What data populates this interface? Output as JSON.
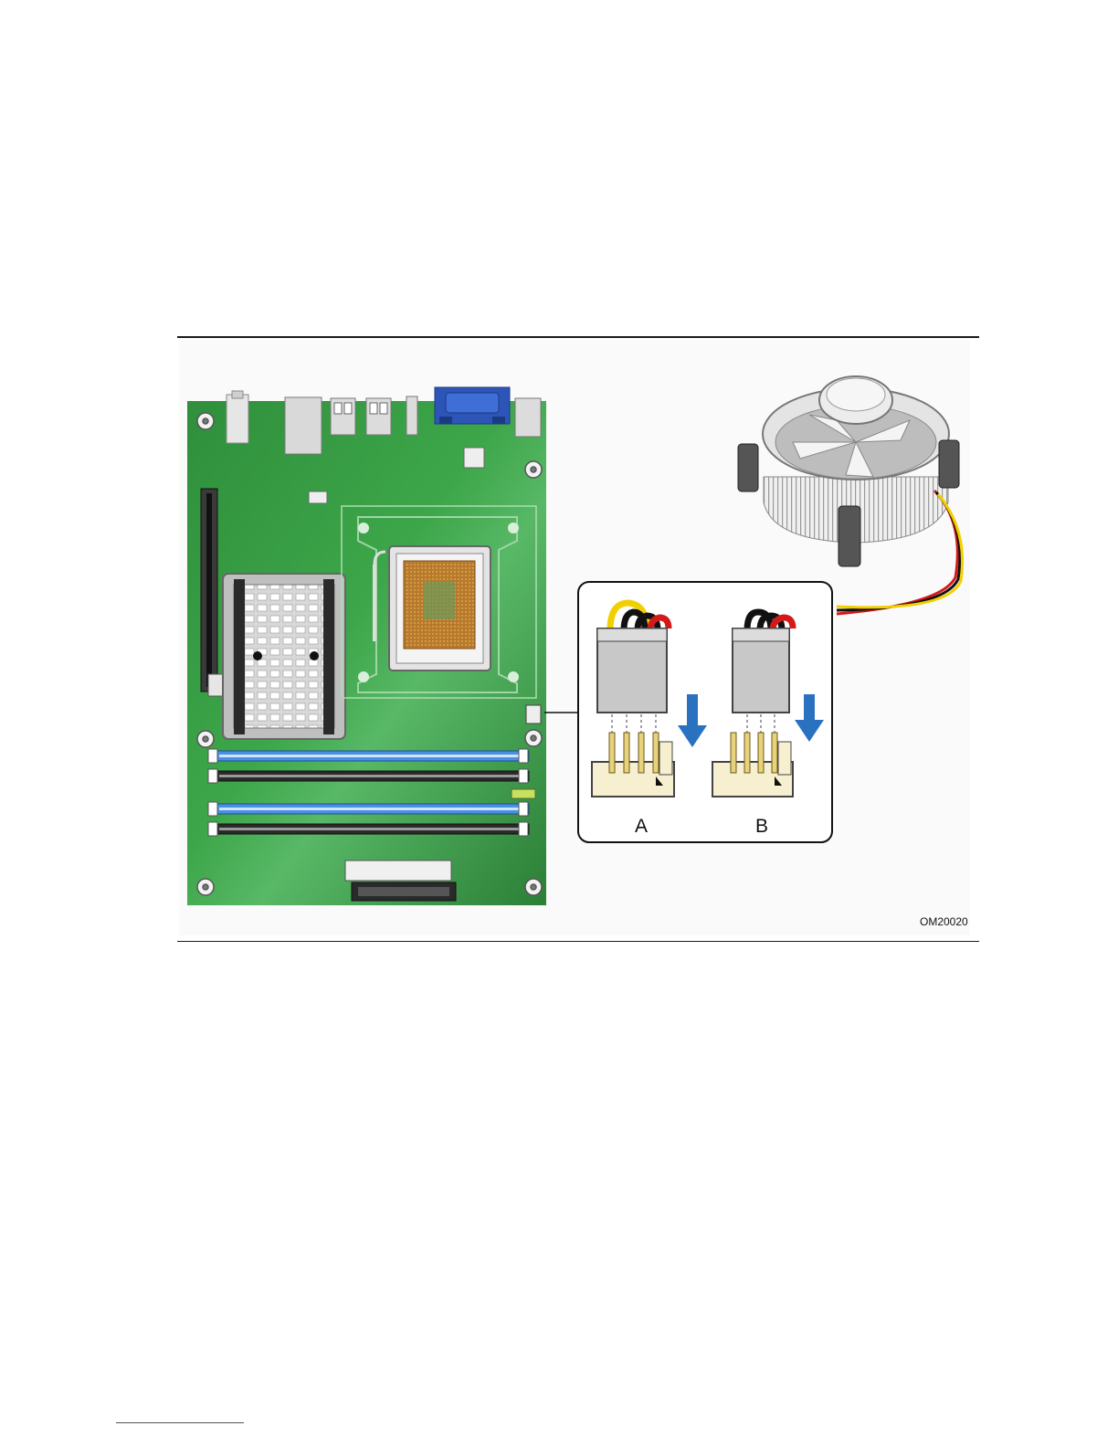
{
  "figure": {
    "id_label": "OM20020",
    "inset_labels": [
      "A",
      "B"
    ],
    "colors": {
      "board_green": "#2f8a3a",
      "dimm_blue": "#4a90e2",
      "dimm_black": "#2a2a2a",
      "arrow_blue": "#2a72c0",
      "wire_yellow": "#f2d000",
      "wire_black": "#111111",
      "wire_red": "#d21a1a",
      "connector_gray": "#c8c8c8"
    },
    "icons": [
      "motherboard-icon",
      "cpu-socket-icon",
      "heatsink-icon",
      "cpu-fan-icon",
      "fan-header-4pin-icon",
      "fan-header-3pin-icon",
      "down-arrow-icon"
    ]
  }
}
